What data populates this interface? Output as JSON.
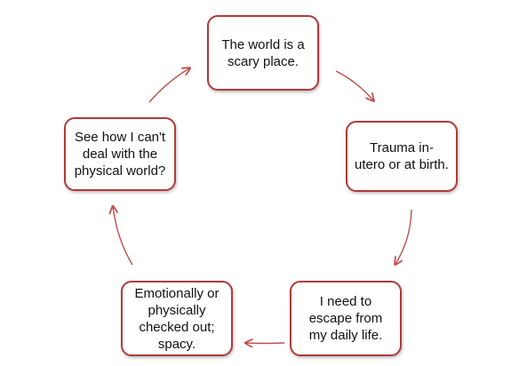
{
  "diagram": {
    "type": "cycle",
    "colors": {
      "border": "#b03a3a",
      "arrow": "#c0504d",
      "text": "#111111",
      "background": "#ffffff"
    },
    "nodes": [
      {
        "id": "top",
        "text": "The world is a scary place."
      },
      {
        "id": "right",
        "text": "Trauma in-utero or at birth."
      },
      {
        "id": "bottom-right",
        "text": "I need to escape from my daily life."
      },
      {
        "id": "bottom-left",
        "text": "Emotionally or physically checked out; spacy."
      },
      {
        "id": "left",
        "text": "See how I can't deal with the physical world?"
      }
    ],
    "edges": [
      {
        "from": "top",
        "to": "right"
      },
      {
        "from": "right",
        "to": "bottom-right"
      },
      {
        "from": "bottom-right",
        "to": "bottom-left"
      },
      {
        "from": "bottom-left",
        "to": "left"
      },
      {
        "from": "left",
        "to": "top"
      }
    ]
  }
}
